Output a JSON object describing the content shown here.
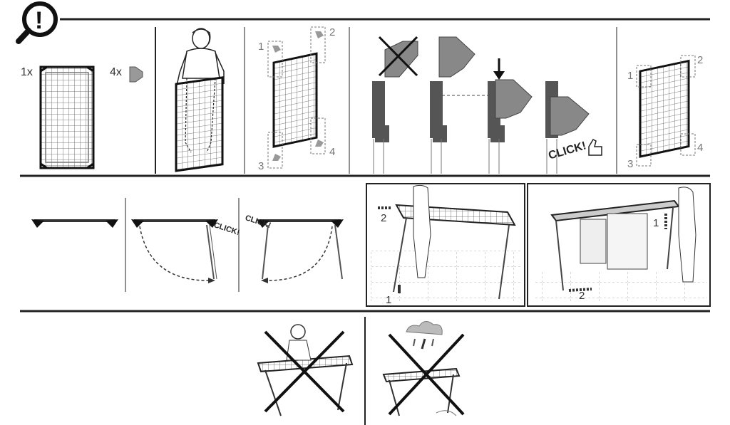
{
  "header": {
    "warning_glyph": "!",
    "icon": "magnifier-exclamation-icon"
  },
  "panel1": {
    "frame_qty": "1x",
    "clip_qty": "4x"
  },
  "panel3": {
    "step_numbers": [
      "1",
      "2",
      "3",
      "4"
    ]
  },
  "panel4": {
    "click_text": "CLICK!"
  },
  "panel5": {
    "step_numbers": [
      "1",
      "2",
      "3",
      "4"
    ]
  },
  "row2": {
    "click_left": "CLICK!",
    "click_right": "CLICK!",
    "move_step_1": "1",
    "move_step_2": "2",
    "move2_step_1": "1",
    "move2_step_2": "2"
  },
  "row3": {
    "prohibited_1": "no-sitting-on-rack-icon",
    "prohibited_2": "no-outdoor-rain-use-icon"
  },
  "colors": {
    "line": "#222222",
    "grey_part": "#6b6b6b",
    "light_part": "#9a9a9a"
  }
}
